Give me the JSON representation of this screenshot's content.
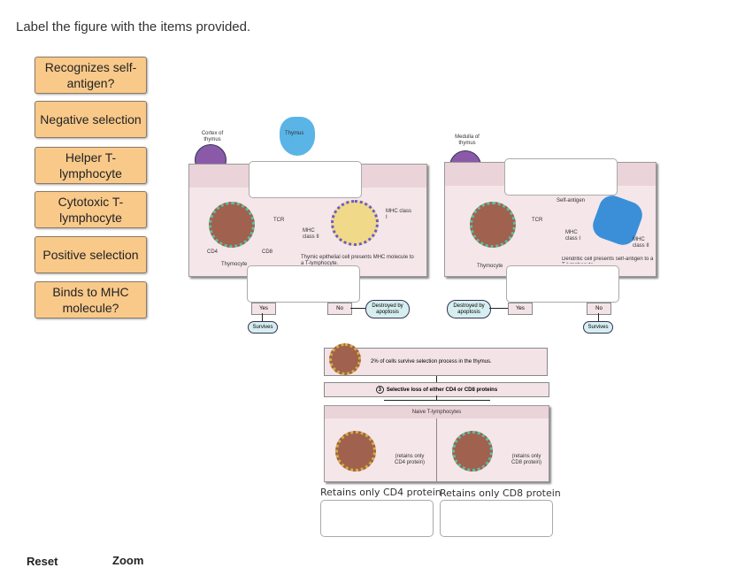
{
  "instruction": "Label the figure with the items provided.",
  "tiles": [
    "Recognizes self-antigen?",
    "Negative selection",
    "Helper T-lymphocyte",
    "Cytotoxic T-lymphocyte",
    "Positive selection",
    "Binds to MHC molecule?"
  ],
  "figure": {
    "thymus": "Thymus",
    "cortex": "Cortex of thymus",
    "medulla": "Medulla of thymus",
    "tcr": "TCR",
    "cd4": "CD4",
    "cd8": "CD8",
    "thymocyte": "Thymocyte",
    "mhc1": "MHC class I",
    "mhc2": "MHC class II",
    "epithelial": "Thymic epithelial cell presents MHC molecule to a T-lymphocyte.",
    "self_antigen": "Self-antigen",
    "dendritic": "Dendritic cell presents self-antigen to a T-lymphocyte.",
    "yes": "Yes",
    "no": "No",
    "survives": "Survives",
    "destroyed": "Destroyed by apoptosis",
    "survive_pct": "2% of cells survive selection process in the thymus.",
    "step3_num": "3",
    "step3": "Selective loss of either CD4 or CD8 proteins",
    "naive": "Naive T-lymphocytes",
    "retains_cd4": "(retains only CD4 protein)",
    "retains_cd8": "(retains only CD8 protein)"
  },
  "captions": {
    "cd4": "Retains only CD4 protein",
    "cd8": "Retains only CD8 protein"
  },
  "buttons": {
    "reset": "Reset",
    "zoom": "Zoom"
  }
}
